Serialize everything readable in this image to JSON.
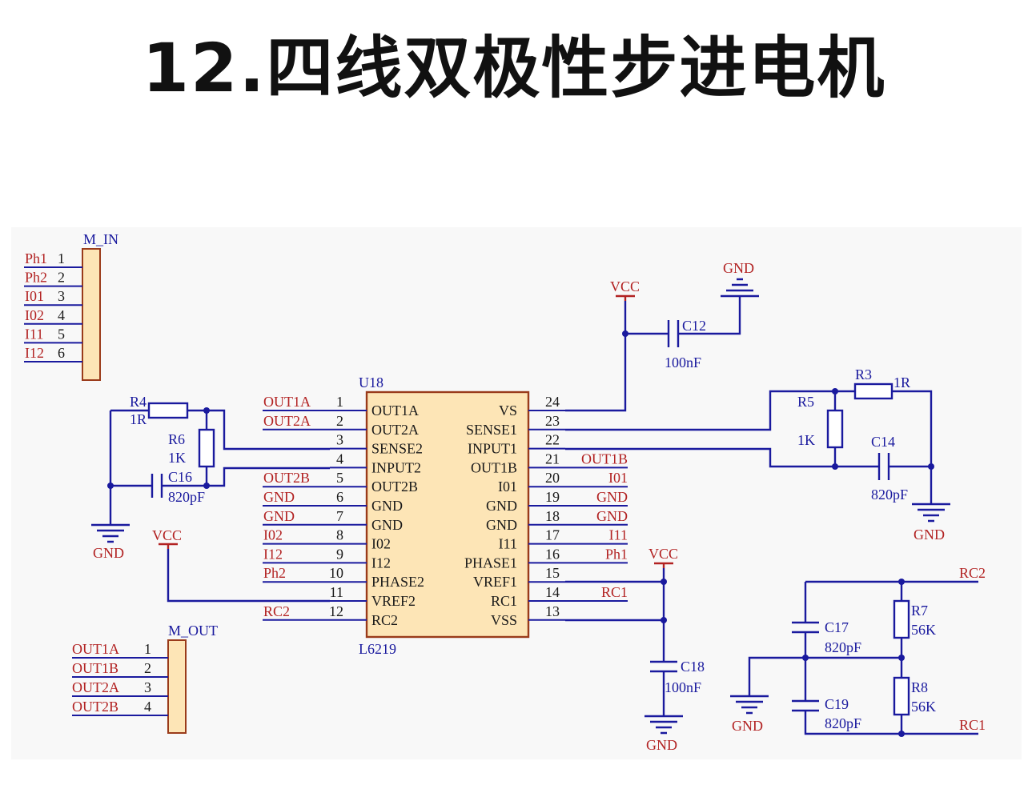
{
  "title": "12.四线双极性步进电机",
  "u18": {
    "designator": "U18",
    "part": "L6219",
    "left_pins": [
      {
        "num": "1",
        "name": "OUT1A",
        "net": "OUT1A"
      },
      {
        "num": "2",
        "name": "OUT2A",
        "net": "OUT2A"
      },
      {
        "num": "3",
        "name": "SENSE2",
        "net": ""
      },
      {
        "num": "4",
        "name": "INPUT2",
        "net": ""
      },
      {
        "num": "5",
        "name": "OUT2B",
        "net": "OUT2B"
      },
      {
        "num": "6",
        "name": "GND",
        "net": "GND"
      },
      {
        "num": "7",
        "name": "GND",
        "net": "GND"
      },
      {
        "num": "8",
        "name": "I02",
        "net": "I02"
      },
      {
        "num": "9",
        "name": "I12",
        "net": "I12"
      },
      {
        "num": "10",
        "name": "PHASE2",
        "net": "Ph2"
      },
      {
        "num": "11",
        "name": "VREF2",
        "net": ""
      },
      {
        "num": "12",
        "name": "RC2",
        "net": "RC2"
      }
    ],
    "right_pins": [
      {
        "num": "24",
        "name": "VS",
        "net": ""
      },
      {
        "num": "23",
        "name": "SENSE1",
        "net": ""
      },
      {
        "num": "22",
        "name": "INPUT1",
        "net": ""
      },
      {
        "num": "21",
        "name": "OUT1B",
        "net": "OUT1B"
      },
      {
        "num": "20",
        "name": "I01",
        "net": "I01"
      },
      {
        "num": "19",
        "name": "GND",
        "net": "GND"
      },
      {
        "num": "18",
        "name": "GND",
        "net": "GND"
      },
      {
        "num": "17",
        "name": "I11",
        "net": "I11"
      },
      {
        "num": "16",
        "name": "PHASE1",
        "net": "Ph1"
      },
      {
        "num": "15",
        "name": "VREF1",
        "net": ""
      },
      {
        "num": "14",
        "name": "RC1",
        "net": "RC1"
      },
      {
        "num": "13",
        "name": "VSS",
        "net": ""
      }
    ]
  },
  "m_in": {
    "designator": "M_IN",
    "pins": [
      {
        "num": "1",
        "net": "Ph1"
      },
      {
        "num": "2",
        "net": "Ph2"
      },
      {
        "num": "3",
        "net": "I01"
      },
      {
        "num": "4",
        "net": "I02"
      },
      {
        "num": "5",
        "net": "I11"
      },
      {
        "num": "6",
        "net": "I12"
      }
    ]
  },
  "m_out": {
    "designator": "M_OUT",
    "pins": [
      {
        "num": "1",
        "net": "OUT1A"
      },
      {
        "num": "2",
        "net": "OUT1B"
      },
      {
        "num": "3",
        "net": "OUT2A"
      },
      {
        "num": "4",
        "net": "OUT2B"
      }
    ]
  },
  "components": {
    "r3": {
      "ref": "R3",
      "value": "1R"
    },
    "r4": {
      "ref": "R4",
      "value": "1R"
    },
    "r5": {
      "ref": "R5",
      "value": "1K"
    },
    "r6": {
      "ref": "R6",
      "value": "1K"
    },
    "r7": {
      "ref": "R7",
      "value": "56K"
    },
    "r8": {
      "ref": "R8",
      "value": "56K"
    },
    "c12": {
      "ref": "C12",
      "value": "100nF"
    },
    "c14": {
      "ref": "C14",
      "value": "820pF"
    },
    "c16": {
      "ref": "C16",
      "value": "820pF"
    },
    "c17": {
      "ref": "C17",
      "value": "820pF"
    },
    "c18": {
      "ref": "C18",
      "value": "100nF"
    },
    "c19": {
      "ref": "C19",
      "value": "820pF"
    }
  },
  "power": {
    "vcc": "VCC",
    "gnd": "GND"
  },
  "nets": {
    "rc1": "RC1",
    "rc2": "RC2"
  },
  "colors": {
    "wire": "#1a1a9e",
    "net_label": "#b22222",
    "chip_fill": "#fde5b6",
    "chip_border": "#9a3b1a"
  }
}
